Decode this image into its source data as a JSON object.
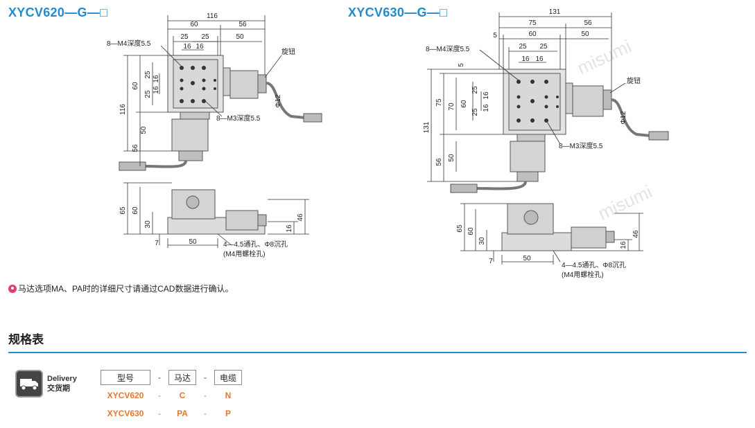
{
  "drawing_left": {
    "title": "XYCV620—G—□",
    "dims": {
      "overall_width": "116",
      "d60": "60",
      "d56": "56",
      "d25a": "25",
      "d25b": "25",
      "d50": "50",
      "d16a": "16",
      "d16b": "16",
      "v25a": "25",
      "v16a": "16",
      "v25b": "25",
      "v16b": "16",
      "v60": "60",
      "v116": "116",
      "v50": "50",
      "v56": "56",
      "phi12": "Φ12",
      "s65": "65",
      "s60": "60",
      "s30": "30",
      "s7": "7",
      "s50": "50",
      "s16": "16",
      "s46": "46"
    },
    "labels": {
      "tapped_m4": "8—M4深度5.5",
      "tapped_m3": "8—M3深度5.5",
      "knob": "旋钮",
      "holes": "4—4.5通孔、Φ8沉孔",
      "holes_note": "(M4用螺栓孔)"
    }
  },
  "drawing_right": {
    "title": "XYCV630—G—□",
    "dims": {
      "overall_width": "131",
      "d5": "5",
      "d75": "75",
      "d56": "56",
      "d60": "60",
      "d50": "50",
      "d25a": "25",
      "d25b": "25",
      "d16a": "16",
      "d16b": "16",
      "v5": "5",
      "v75": "75",
      "v70": "70",
      "v60": "60",
      "v25a": "25",
      "v16a": "16",
      "v25b": "25",
      "v16b": "16",
      "v131": "131",
      "v50": "50",
      "v56": "56",
      "phi12": "Φ12",
      "s65": "65",
      "s60": "60",
      "s30": "30",
      "s7": "7",
      "s50": "50",
      "s16": "16",
      "s46": "46"
    },
    "labels": {
      "tapped_m4": "8—M4深度5.5",
      "tapped_m3": "8—M3深度5.5",
      "knob": "旋钮",
      "holes": "4—4.5通孔、Φ8沉孔",
      "holes_note": "(M4用螺栓孔)"
    }
  },
  "watermark": "misumi",
  "note": "马达选项MA、PA时的详细尺寸请通过CAD数据进行确认。",
  "section_title": "规格表",
  "delivery": {
    "line1": "Delivery",
    "line2": "交货期",
    "icon": "truck-icon"
  },
  "spec_table": {
    "headers": [
      "型号",
      "马达",
      "电缆"
    ],
    "separator": "-",
    "rows": [
      [
        "XYCV620",
        "C",
        "N"
      ],
      [
        "XYCV630",
        "PA",
        "P"
      ]
    ]
  },
  "colors": {
    "accent_blue": "#1f8bd0",
    "value_orange": "#e8762b"
  }
}
